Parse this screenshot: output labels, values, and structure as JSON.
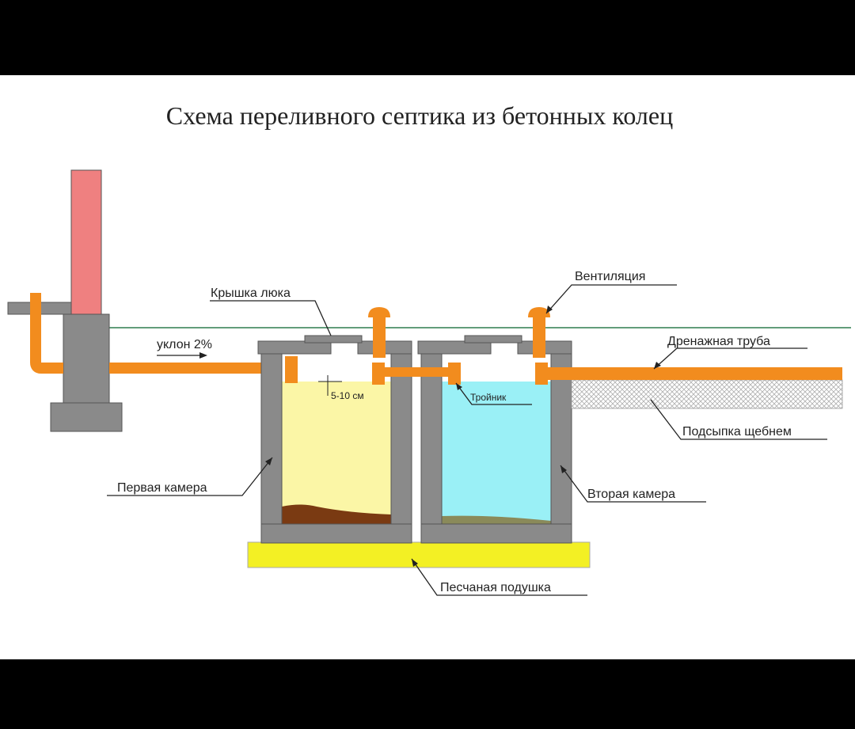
{
  "title": "Схема переливного септика из бетонных колец",
  "labels": {
    "slope": "уклон 2%",
    "hatch_cover": "Крышка люка",
    "ventilation": "Вентиляция",
    "drain_pipe": "Дренажная труба",
    "gap": "5-10 см",
    "tee": "Тройник",
    "gravel": "Подсыпка щебнем",
    "first_chamber": "Первая камера",
    "second_chamber": "Вторая камера",
    "sand_cushion": "Песчаная подушка"
  },
  "colors": {
    "pipe": "#f28c1e",
    "concrete": "#8a8a8a",
    "wastewater": "#fbf6a6",
    "clear_water": "#9af0f6",
    "sludge": "#7a3a12",
    "sand": "#f3f024",
    "ground_line": "#2e7d4f",
    "chimney": "#ef8080"
  }
}
